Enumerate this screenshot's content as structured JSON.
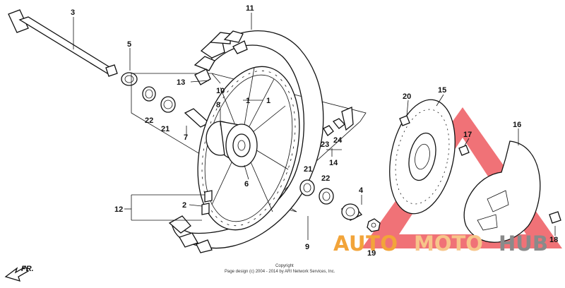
{
  "diagram": {
    "callouts": {
      "c1a": "1",
      "c1b": "1",
      "c2": "2",
      "c3": "3",
      "c4": "4",
      "c5": "5",
      "c6": "6",
      "c7": "7",
      "c8": "8",
      "c9": "9",
      "c10": "10",
      "c11": "11",
      "c12": "12",
      "c13": "13",
      "c14": "14",
      "c15": "15",
      "c16": "16",
      "c17": "17",
      "c18": "18",
      "c19": "19",
      "c20": "20",
      "c21a": "21",
      "c21b": "21",
      "c22a": "22",
      "c22b": "22",
      "c23": "23",
      "c24": "24"
    },
    "direction_label": "FR.",
    "copyright_title": "Copyright",
    "copyright_line": "Page design (c) 2004 - 2014 by ARI Network Services, Inc."
  },
  "watermark": {
    "auto": "AUTO",
    "moto": "MOTO",
    "hub": "HUB",
    "colors": {
      "auto": "#f2a43a",
      "moto": "#f7c58a",
      "hub": "#8a8a8a",
      "triangle": "#e8232a"
    }
  }
}
